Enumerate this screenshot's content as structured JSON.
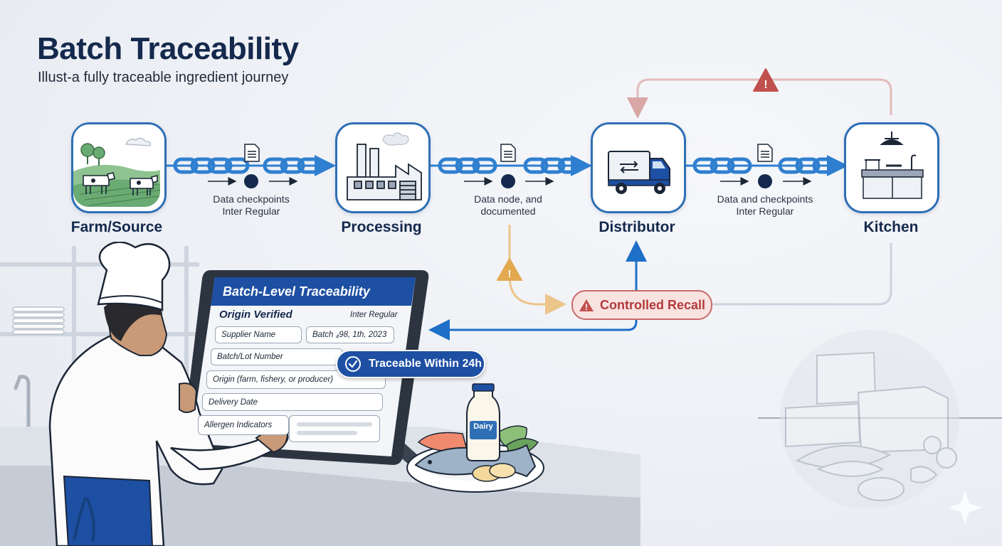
{
  "header": {
    "title": "Batch Traceability",
    "subtitle": "Illust-a fully traceable ingredient journey"
  },
  "stages": [
    {
      "label": "Farm/Source",
      "icon": "farm-icon"
    },
    {
      "label": "Processing",
      "icon": "factory-icon"
    },
    {
      "label": "Distributor",
      "icon": "truck-icon"
    },
    {
      "label": "Kitchen",
      "icon": "kitchen-icon"
    }
  ],
  "checkpoints": [
    {
      "line1": "Data checkpoints",
      "line2": "Inter Regular"
    },
    {
      "line1": "Data node, and",
      "line2": "documented"
    },
    {
      "line1": "Data and checkpoints",
      "line2": "Inter Regular"
    }
  ],
  "recall": {
    "label": "Controlled Recall"
  },
  "tablet": {
    "title": "Batch-Level Traceability",
    "origin_verified": "Origin Verified",
    "origin_note": "Inter Regular",
    "fields": {
      "supplier": "Supplier Name",
      "batch_date": "Batch ₄98, 1th, 2023",
      "lot": "Batch/Lot Number",
      "origin": "Origin (farm, fishery, or producer)",
      "delivery": "Delivery Date",
      "allergen": "Allergen Indicators"
    }
  },
  "badge": {
    "label": "Traceable Within 24h"
  },
  "food": {
    "bottle_label": "Dairy"
  },
  "colors": {
    "primary": "#1d4fa3",
    "chain": "#2f7fd0",
    "navy": "#14294d",
    "warning": "#c0504d",
    "caution": "#e0a850"
  }
}
